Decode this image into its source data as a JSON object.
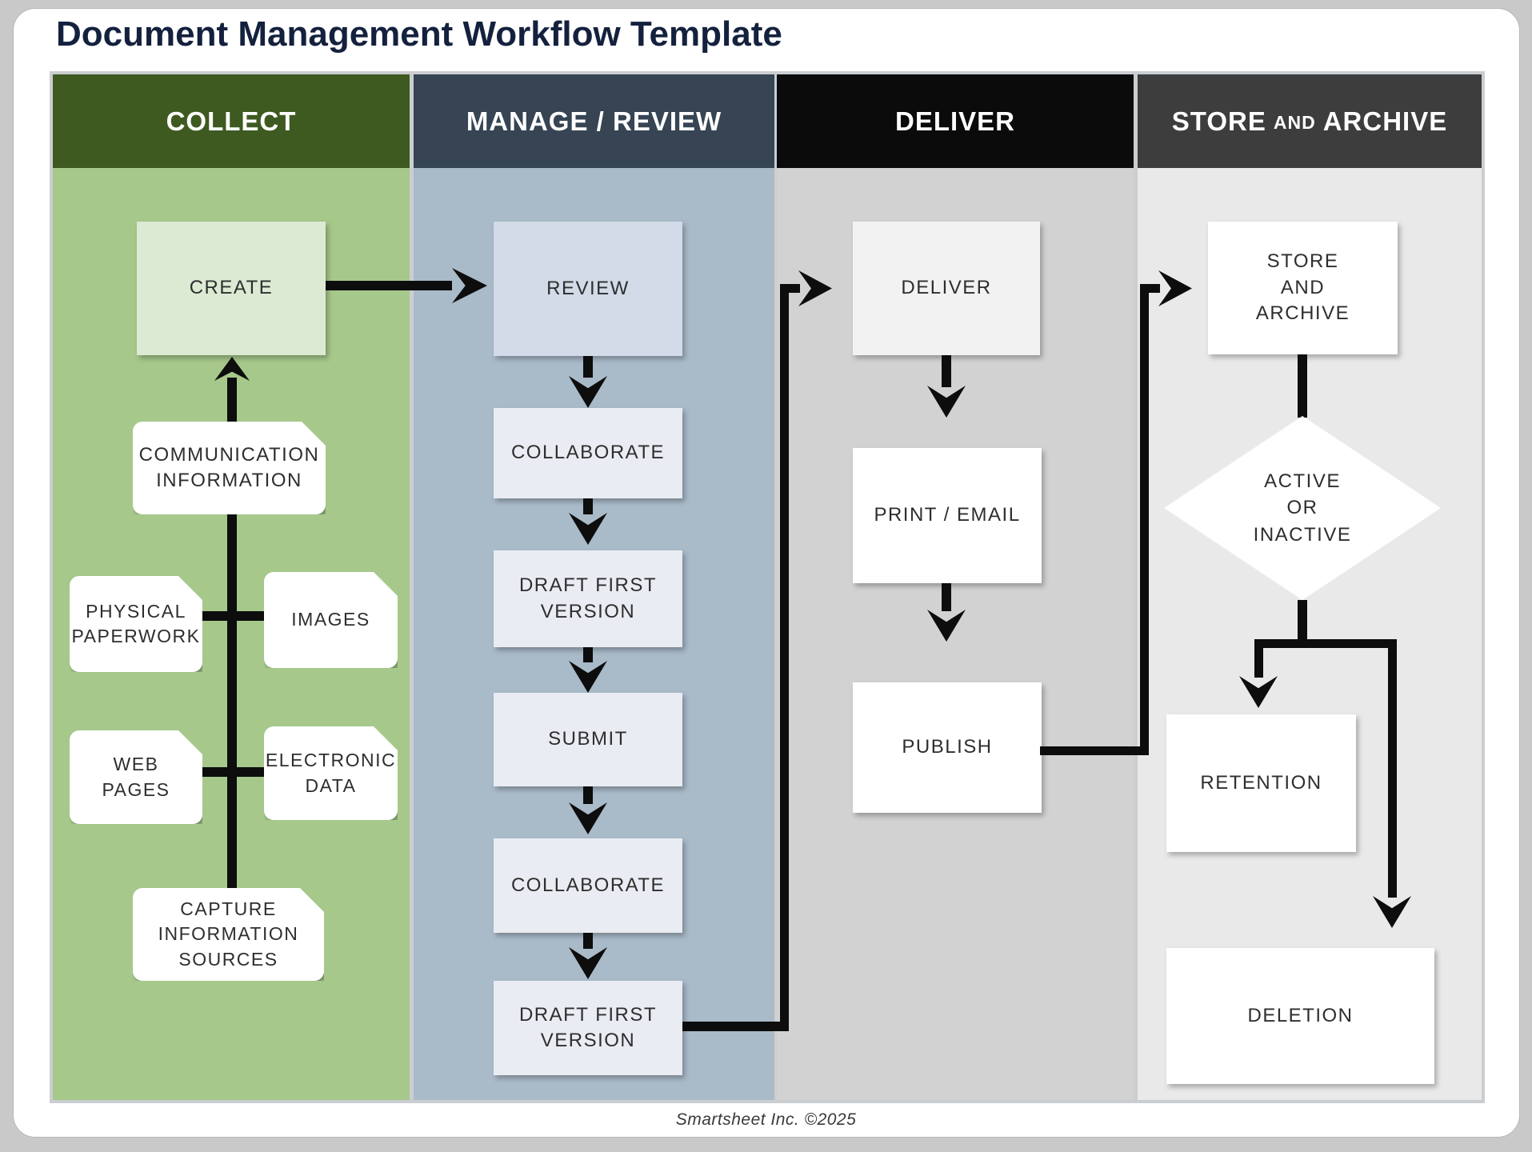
{
  "page": {
    "title": "Document Management Workflow Template",
    "footer": "Smartsheet Inc. ©2025"
  },
  "columns": [
    {
      "label": "COLLECT"
    },
    {
      "label": "MANAGE / REVIEW"
    },
    {
      "label": "DELIVER"
    },
    {
      "label": "STORE AND ARCHIVE",
      "parts": [
        "STORE",
        "AND",
        "ARCHIVE"
      ]
    }
  ],
  "collect": {
    "create": "CREATE",
    "communication_information": "COMMUNICATION\nINFORMATION",
    "physical_paperwork": "PHYSICAL\nPAPERWORK",
    "images": "IMAGES",
    "web_pages": "WEB\nPAGES",
    "electronic_data": "ELECTRONIC\nDATA",
    "capture_information_sources": "CAPTURE\nINFORMATION\nSOURCES"
  },
  "manage": {
    "review": "REVIEW",
    "collaborate1": "COLLABORATE",
    "draft_first_version1": "DRAFT FIRST\nVERSION",
    "submit": "SUBMIT",
    "collaborate2": "COLLABORATE",
    "draft_first_version2": "DRAFT FIRST\nVERSION"
  },
  "deliver": {
    "deliver": "DELIVER",
    "print_email": "PRINT / EMAIL",
    "publish": "PUBLISH"
  },
  "store": {
    "store_and_archive": "STORE\nAND\nARCHIVE",
    "active_or_inactive": "ACTIVE\nOR\nINACTIVE",
    "retention": "RETENTION",
    "deletion": "DELETION"
  },
  "colors": {
    "title_text": "#14213e",
    "collect_header_bg": "#3e5a20",
    "manage_header_bg": "#364453",
    "deliver_header_bg": "#0b0b0b",
    "store_header_bg": "#3d3d3d",
    "collect_body_bg": "#a6c88b",
    "manage_body_bg": "#a9bac9",
    "deliver_body_bg": "#d2d2d2",
    "store_body_bg": "#e9e9e9",
    "create_fill": "#dcead3",
    "review_fill": "#d2dbe7",
    "manage_node_fill": "#e9ecf2",
    "deliver_node_fill": "#f2f2f2",
    "white_node_fill": "#ffffff",
    "connector": "#0d0d0d",
    "header_text": "#ffffff"
  }
}
